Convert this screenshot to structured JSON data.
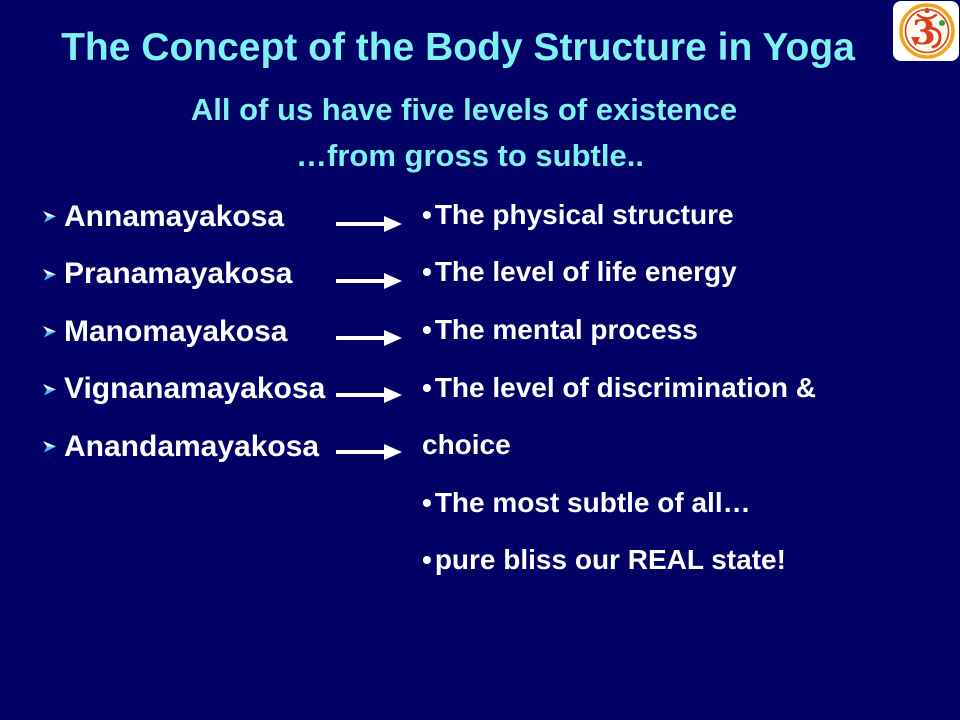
{
  "slide": {
    "background_color": "#010166",
    "accent_color": "#7EF1F1",
    "text_color": "#FFFFFF",
    "title": "The Concept of the Body Structure in Yoga",
    "subtitle_line1": "All of us have five levels of existence",
    "subtitle_line2": "…from gross to subtle..",
    "logo": {
      "icon": "om-emblem-icon",
      "ring_color": "#EFA41C",
      "glyph_color": "#D8401F",
      "accent_green": "#3E9B2E"
    }
  },
  "left_list": {
    "bullet_icon": "chevron-arrow-bullet",
    "bullet_colors": {
      "top": "#FFFFFF",
      "bottom": "#41C6F2"
    },
    "items": [
      {
        "label": "Annamayakosa"
      },
      {
        "label": "Pranamayakosa"
      },
      {
        "label": "Manomayakosa"
      },
      {
        "label": "Vignanamayakosa"
      },
      {
        "label": "Anandamayakosa"
      }
    ]
  },
  "arrows": {
    "icon": "right-arrow-icon",
    "color": "#FFFFFF",
    "count": 5
  },
  "right_list": {
    "lines": [
      {
        "bullet": "•",
        "text": "The physical structure"
      },
      {
        "bullet": "•",
        "text": "The level of life energy"
      },
      {
        "bullet": "•",
        "text": "The mental process"
      },
      {
        "bullet": "•",
        "text": "The level of discrimination &"
      },
      {
        "bullet": "",
        "text": "choice"
      },
      {
        "bullet": "•",
        "text": "The most subtle of all…"
      },
      {
        "bullet": "•",
        "text": "pure bliss our REAL state!"
      }
    ]
  }
}
